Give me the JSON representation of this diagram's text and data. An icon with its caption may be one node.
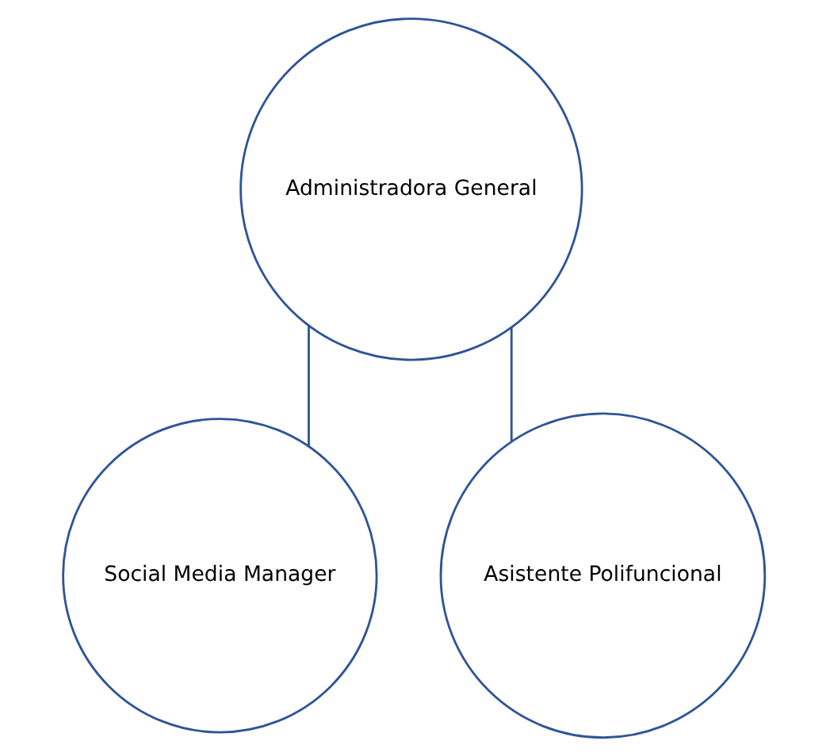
{
  "diagram": {
    "nodes": [
      {
        "text": [
          "Administradora General"
        ]
      },
      {
        "text": [
          "Social Media Manager"
        ]
      },
      {
        "text": [
          "Asistente Polifuncional"
        ]
      }
    ],
    "edges": [
      {
        "from": 0,
        "to": 1,
        "arrow": "none"
      },
      {
        "from": 0,
        "to": 2,
        "arrow": "none"
      }
    ]
  }
}
